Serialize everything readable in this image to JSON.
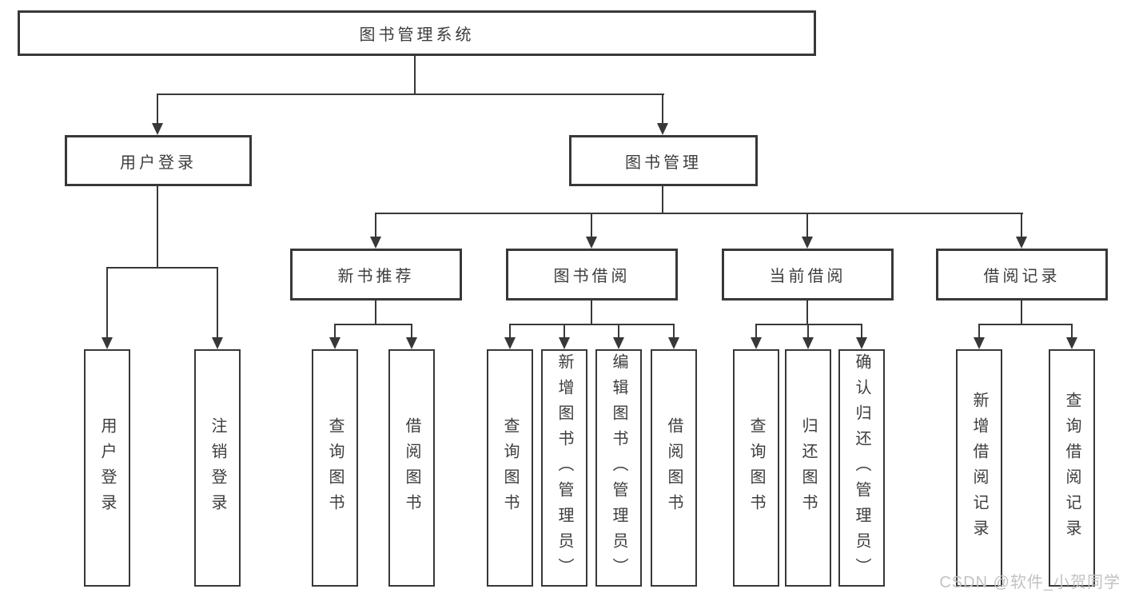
{
  "diagram": {
    "tree": {
      "label": "图书管理系统",
      "children": [
        {
          "label": "用户登录",
          "children": [
            {
              "label": "用户登录"
            },
            {
              "label": "注销登录"
            }
          ]
        },
        {
          "label": "图书管理",
          "children": [
            {
              "label": "新书推荐",
              "children": [
                {
                  "label": "查询图书"
                },
                {
                  "label": "借阅图书"
                }
              ]
            },
            {
              "label": "图书借阅",
              "children": [
                {
                  "label": "查询图书"
                },
                {
                  "label": "新增图书（管理员）"
                },
                {
                  "label": "编辑图书（管理员）"
                },
                {
                  "label": "借阅图书"
                }
              ]
            },
            {
              "label": "当前借阅",
              "children": [
                {
                  "label": "查询图书"
                },
                {
                  "label": "归还图书"
                },
                {
                  "label": "确认归还（管理员）"
                }
              ]
            },
            {
              "label": "借阅记录",
              "children": [
                {
                  "label": "新增借阅记录"
                },
                {
                  "label": "查询借阅记录"
                }
              ]
            }
          ]
        }
      ]
    },
    "watermark": "CSDN @软件_小贺同学",
    "colors": {
      "line": "#383838",
      "text": "#3d3d3d",
      "background": "#ffffff",
      "watermark": "#c2c2c2"
    }
  }
}
